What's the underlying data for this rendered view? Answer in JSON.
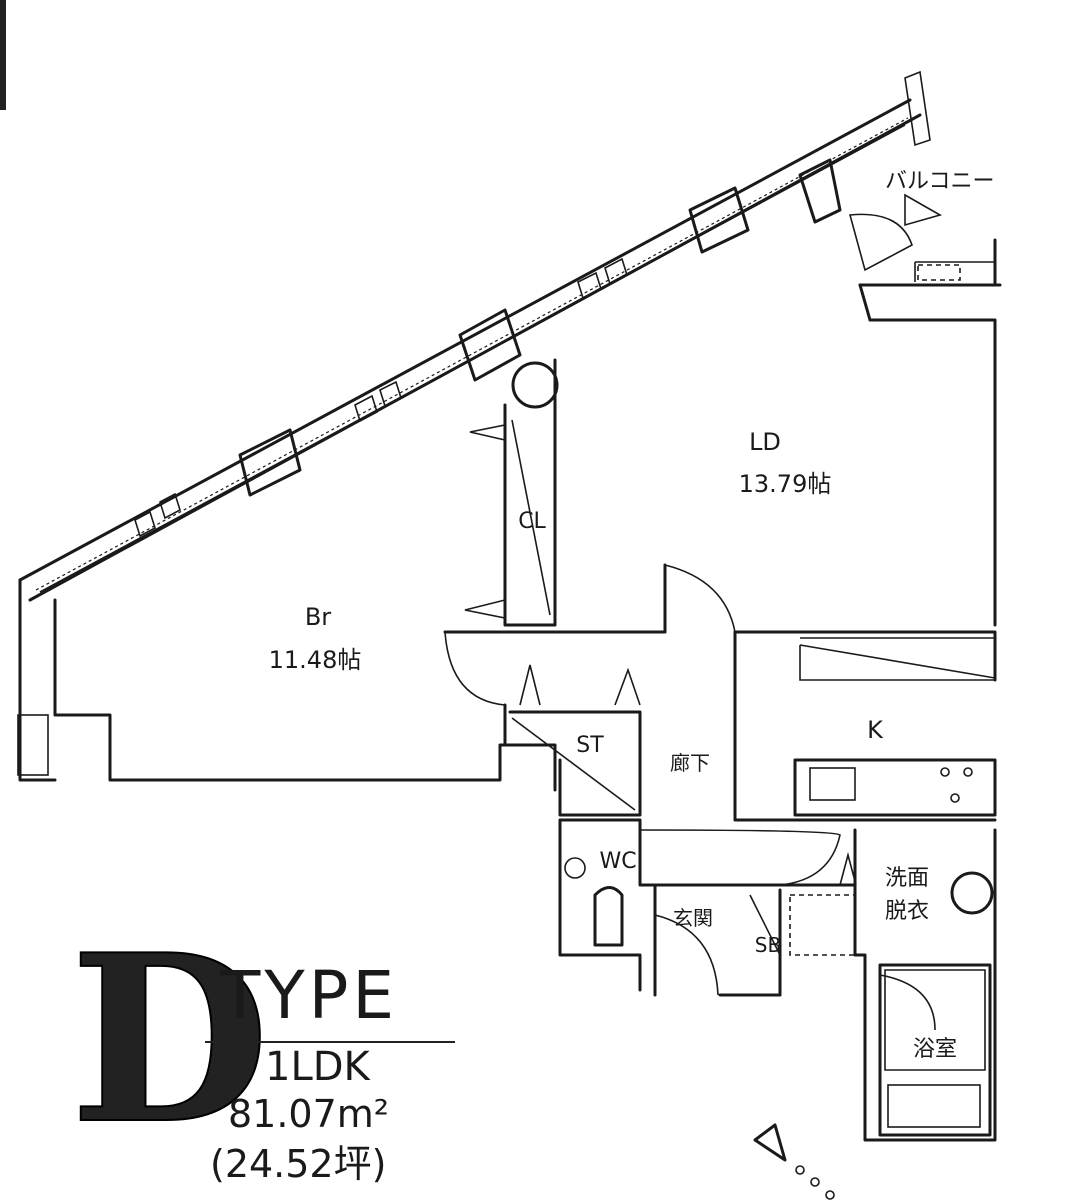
{
  "rooms": {
    "balcony": "バルコニー",
    "ld_name": "LD",
    "ld_area": "13.79帖",
    "br_name": "Br",
    "br_area": "11.48帖",
    "closet": "CL",
    "storage": "ST",
    "hallway": "廊下",
    "kitchen": "K",
    "toilet": "WC",
    "entrance": "玄関",
    "shoebox": "SB",
    "washroom_line1": "洗面",
    "washroom_line2": "脱衣",
    "bath": "浴室"
  },
  "unit": {
    "type_letter": "D",
    "type_word": "TYPE",
    "layout": "1LDK",
    "area": "81.07m²",
    "tsubo": "(24.52坪)"
  }
}
